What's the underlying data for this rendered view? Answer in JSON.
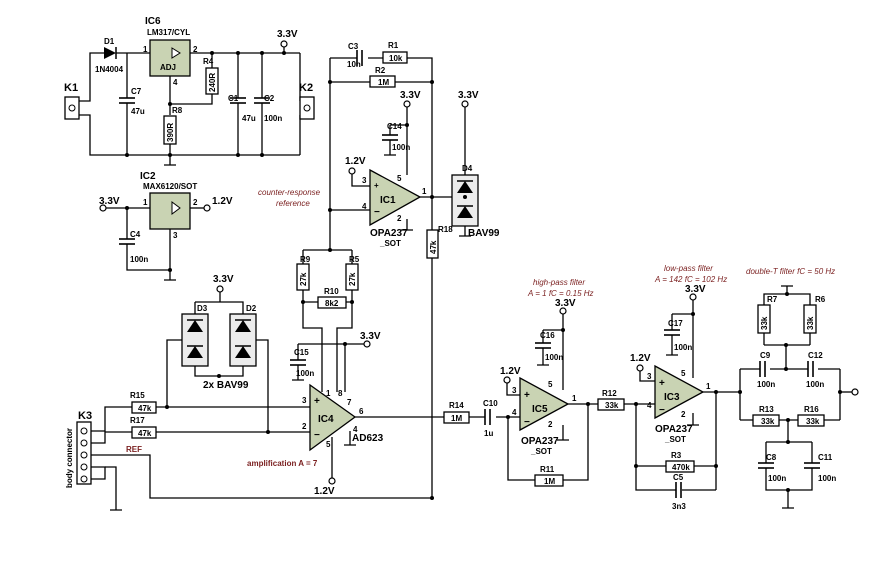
{
  "components": {
    "d1": "D1",
    "d1_type": "1N4004",
    "ic6": "IC6",
    "ic6_type": "LM317/CYL",
    "ic6_adj": "ADJ",
    "ic6_pin1": "1",
    "ic6_pin2": "2",
    "ic6_pin4": "4",
    "k1": "K1",
    "k2": "K2",
    "k3": "K3",
    "c7": "C7",
    "c7_val": "47u",
    "c1": "C1",
    "c1_val": "47u",
    "c2": "C2",
    "c2_val": "100n",
    "r4": "R4",
    "r4_val": "240R",
    "r8": "R8",
    "r8_val": "390R",
    "ic2": "IC2",
    "ic2_type": "MAX6120/SOT",
    "ic2_pin1": "1",
    "ic2_pin2": "2",
    "ic2_pin3": "3",
    "c4": "C4",
    "c4_val": "100n",
    "c3": "C3",
    "c3_val": "10n",
    "r1": "R1",
    "r1_val": "10k",
    "r2": "R2",
    "r2_val": "1M",
    "c14": "C14",
    "c14_val": "100n",
    "ic1": "IC1",
    "ic1_type": "OPA237",
    "ic1_pkg": "_SOT",
    "ic1_p1": "1",
    "ic1_p2": "2",
    "ic1_p3": "3",
    "ic1_p4": "4",
    "ic1_p5": "5",
    "d4": "D4",
    "d4_type": "BAV99",
    "r18": "R18",
    "r18_val": "47k",
    "r9": "R9",
    "r9_val": "27k",
    "r5": "R5",
    "r5_val": "27k",
    "r10": "R10",
    "r10_val": "8k2",
    "d3": "D3",
    "d2": "D2",
    "d23_type": "2x  BAV99",
    "c15": "C15",
    "c15_val": "100n",
    "ic4": "IC4",
    "ic4_type": "AD623",
    "ic4_p1": "1",
    "ic4_p2": "2",
    "ic4_p3": "3",
    "ic4_p4": "4",
    "ic4_p5": "5",
    "ic4_p6": "6",
    "ic4_p7": "7",
    "ic4_p8": "8",
    "r15": "R15",
    "r15_val": "47k",
    "r17": "R17",
    "r17_val": "47k",
    "ref": "REF",
    "r14": "R14",
    "r14_val": "1M",
    "c10": "C10",
    "c10_val": "1u",
    "c16": "C16",
    "c16_val": "100n",
    "ic5": "IC5",
    "ic5_type": "OPA237",
    "ic5_pkg": "_SOT",
    "ic5_p1": "1",
    "ic5_p2": "2",
    "ic5_p3": "3",
    "ic5_p4": "4",
    "ic5_p5": "5",
    "r11": "R11",
    "r11_val": "1M",
    "r12": "R12",
    "r12_val": "33k",
    "c17": "C17",
    "c17_val": "100n",
    "ic3": "IC3",
    "ic3_type": "OPA237",
    "ic3_pkg": "_SOT",
    "ic3_p1": "1",
    "ic3_p2": "2",
    "ic3_p3": "3",
    "ic3_p4": "4",
    "ic3_p5": "5",
    "r3": "R3",
    "r3_val": "470k",
    "c5": "C5",
    "c5_val": "3n3",
    "r7": "R7",
    "r7_val": "33k",
    "r6": "R6",
    "r6_val": "33k",
    "c9": "C9",
    "c9_val": "100n",
    "c12": "C12",
    "c12_val": "100n",
    "r13": "R13",
    "r13_val": "33k",
    "r16": "R16",
    "r16_val": "33k",
    "c8": "C8",
    "c8_val": "100n",
    "c11": "C11",
    "c11_val": "100n"
  },
  "supplies": {
    "v33": "3.3V",
    "v12": "1.2V"
  },
  "annotations": {
    "counter_response_1": "counter-response",
    "counter_response_2": "reference",
    "hp_title": "high-pass filter",
    "hp_formula": "A = 1  fC = 0.15 Hz",
    "lp_title": "low-pass filter",
    "lp_formula": "A = 142  fC = 102 Hz",
    "dt_title": "double-T filter  fC = 50 Hz",
    "amplification": "amplification A = 7",
    "body_connector": "body connector"
  },
  "colors": {
    "chip_fill": "#c9d3b3",
    "annotation": "#7a1f1f",
    "wire": "#000000"
  }
}
